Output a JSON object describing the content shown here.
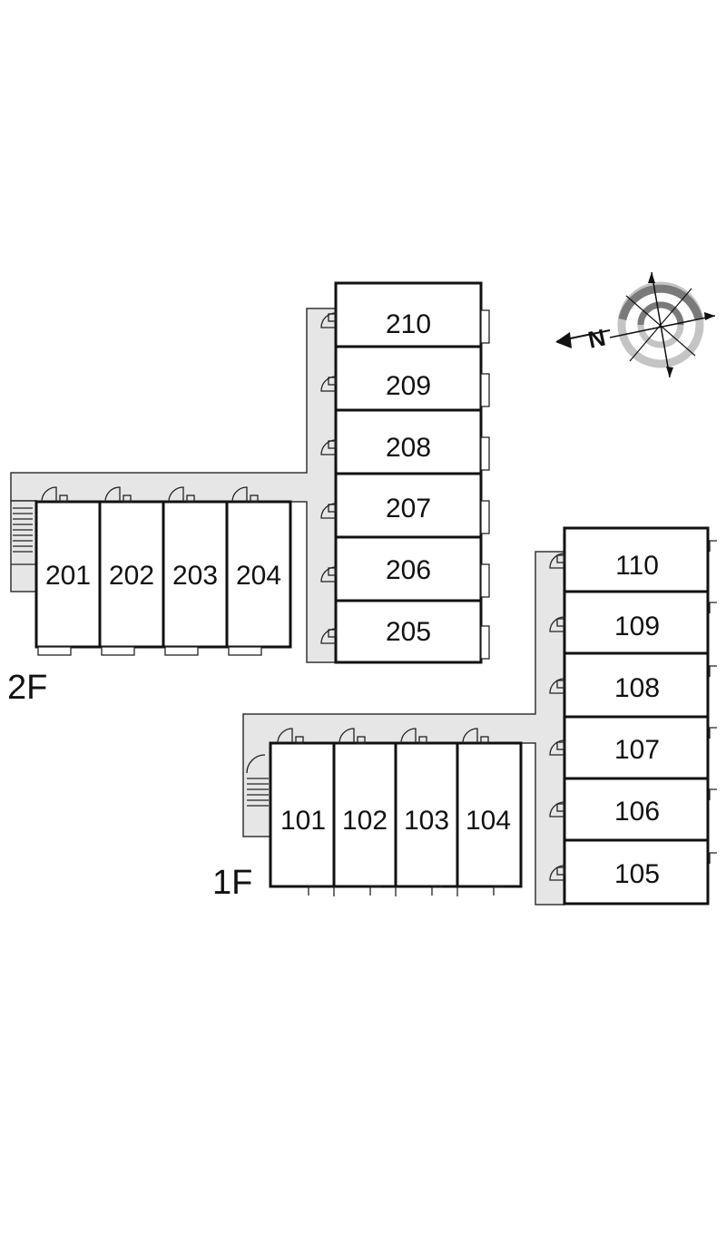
{
  "floors": [
    {
      "label": "2F",
      "units": [
        "201",
        "202",
        "203",
        "204",
        "205",
        "206",
        "207",
        "208",
        "209",
        "210"
      ]
    },
    {
      "label": "1F",
      "units": [
        "101",
        "102",
        "103",
        "104",
        "105",
        "106",
        "107",
        "108",
        "109",
        "110"
      ]
    }
  ],
  "compass": {
    "label": "N",
    "icon": "compass-rose-icon"
  },
  "colors": {
    "wall": "#111111",
    "corridor": "#e6e6e6",
    "compass_dark": "#7a7a7a",
    "compass_light": "#c4c4c4"
  }
}
